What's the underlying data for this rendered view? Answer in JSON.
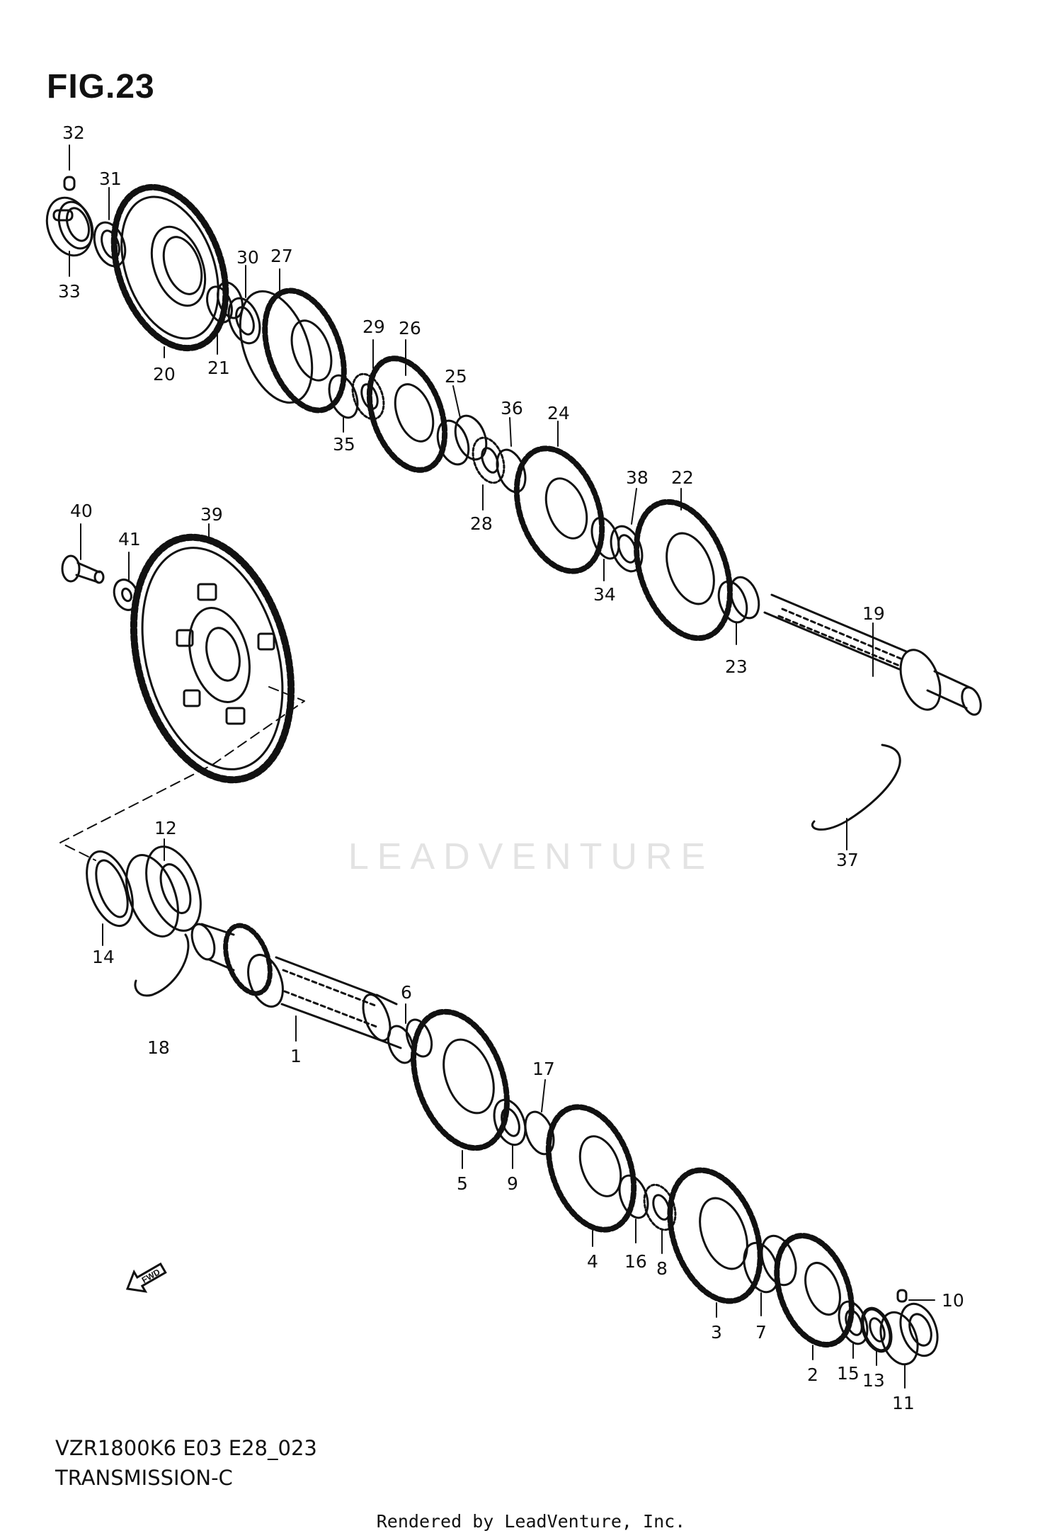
{
  "figure": {
    "title": "FIG.23"
  },
  "footer": {
    "model_code": "VZR1800K6 E03 E28_023",
    "section_name": "TRANSMISSION-C",
    "credit": "Rendered by LeadVenture, Inc."
  },
  "watermark": {
    "text": "LEADVENTURE"
  },
  "fwd_indicator": {
    "label": "FWD"
  },
  "callouts": [
    "1",
    "2",
    "3",
    "4",
    "5",
    "6",
    "7",
    "8",
    "9",
    "10",
    "11",
    "12",
    "13",
    "14",
    "15",
    "16",
    "17",
    "18",
    "19",
    "20",
    "21",
    "22",
    "23",
    "24",
    "25",
    "26",
    "27",
    "28",
    "29",
    "30",
    "31",
    "32",
    "33",
    "34",
    "35",
    "36",
    "37",
    "38",
    "39",
    "40",
    "41"
  ]
}
